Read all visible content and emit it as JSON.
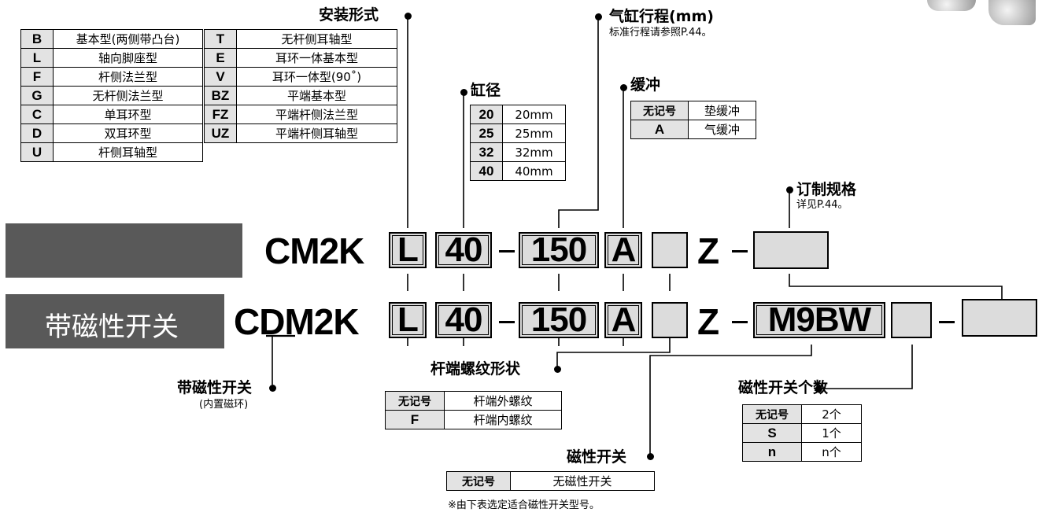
{
  "mounting": {
    "title": "安装形式",
    "rows_left": [
      {
        "code": "B",
        "desc": "基本型(两侧带凸台)"
      },
      {
        "code": "L",
        "desc": "轴向脚座型"
      },
      {
        "code": "F",
        "desc": "杆侧法兰型"
      },
      {
        "code": "G",
        "desc": "无杆侧法兰型"
      },
      {
        "code": "C",
        "desc": "单耳环型"
      },
      {
        "code": "D",
        "desc": "双耳环型"
      },
      {
        "code": "U",
        "desc": "杆侧耳轴型"
      }
    ],
    "rows_right": [
      {
        "code": "T",
        "desc": "无杆侧耳轴型"
      },
      {
        "code": "E",
        "desc": "耳环一体基本型"
      },
      {
        "code": "V",
        "desc": "耳环一体型(90˚)"
      },
      {
        "code": "BZ",
        "desc": "平端基本型"
      },
      {
        "code": "FZ",
        "desc": "平端杆侧法兰型"
      },
      {
        "code": "UZ",
        "desc": "平端杆侧耳轴型"
      }
    ]
  },
  "bore": {
    "title": "缸径",
    "rows": [
      {
        "code": "20",
        "desc": "20mm"
      },
      {
        "code": "25",
        "desc": "25mm"
      },
      {
        "code": "32",
        "desc": "32mm"
      },
      {
        "code": "40",
        "desc": "40mm"
      }
    ]
  },
  "stroke": {
    "title": "气缸行程(mm)",
    "note": "标准行程请参照P.44。"
  },
  "cushion": {
    "title": "缓冲",
    "rows": [
      {
        "code": "无记号",
        "desc": "垫缓冲"
      },
      {
        "code": "A",
        "desc": "气缓冲"
      }
    ]
  },
  "made_to_order": {
    "title": "订制规格",
    "note": "详见P.44。"
  },
  "model": {
    "row1": {
      "prefix": "CM2K",
      "mount": "L",
      "bore": "40",
      "stroke": "150",
      "cushion": "A",
      "z": "Z"
    },
    "row2": {
      "band_label": "带磁性开关",
      "prefix": "CDM2K",
      "mount": "L",
      "bore": "40",
      "stroke": "150",
      "cushion": "A",
      "z": "Z",
      "switch": "M9BW"
    },
    "dash": "−"
  },
  "with_switch": {
    "title": "带磁性开关",
    "note": "(内置磁环)"
  },
  "rod_end": {
    "title": "杆端螺纹形状",
    "rows": [
      {
        "code": "无记号",
        "desc": "杆端外螺纹"
      },
      {
        "code": "F",
        "desc": "杆端内螺纹"
      }
    ]
  },
  "switch_count": {
    "title": "磁性开关个数",
    "rows": [
      {
        "code": "无记号",
        "desc": "2个"
      },
      {
        "code": "S",
        "desc": "1个"
      },
      {
        "code": "n",
        "desc": "n个"
      }
    ]
  },
  "auto_switch": {
    "title": "磁性开关",
    "rows": [
      {
        "code": "无记号",
        "desc": "无磁性开关"
      }
    ],
    "note": "※由下表选定适合磁性开关型号。"
  }
}
